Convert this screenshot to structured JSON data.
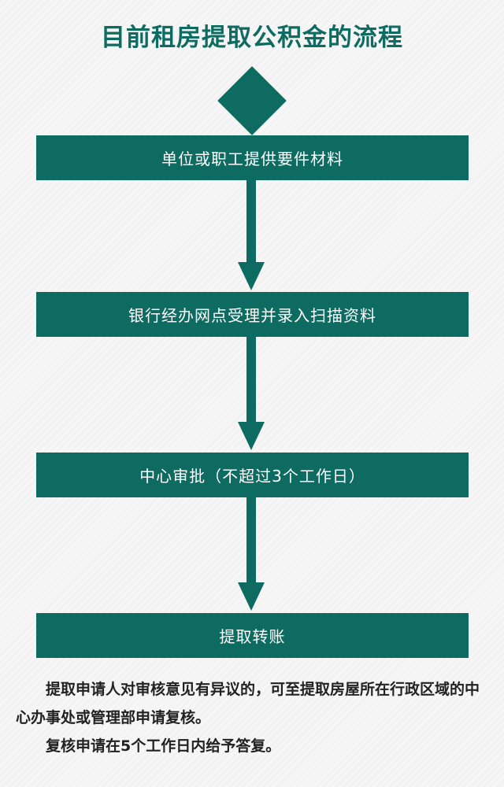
{
  "title": "目前租房提取公积金的流程",
  "colors": {
    "primary": "#0e6b61",
    "box_text": "#ffffff",
    "note_text": "#222222"
  },
  "steps": [
    {
      "label": "单位或职工提供要件材料"
    },
    {
      "label": "银行经办网点受理并录入扫描资料"
    },
    {
      "label": "中心审批（不超过3个工作日）"
    },
    {
      "label": "提取转账"
    }
  ],
  "notes": [
    "提取申请人对审核意见有异议的，可至提取房屋所在行政区域的中心办事处或管理部申请复核。",
    "复核申请在5个工作日内给予答复。"
  ]
}
